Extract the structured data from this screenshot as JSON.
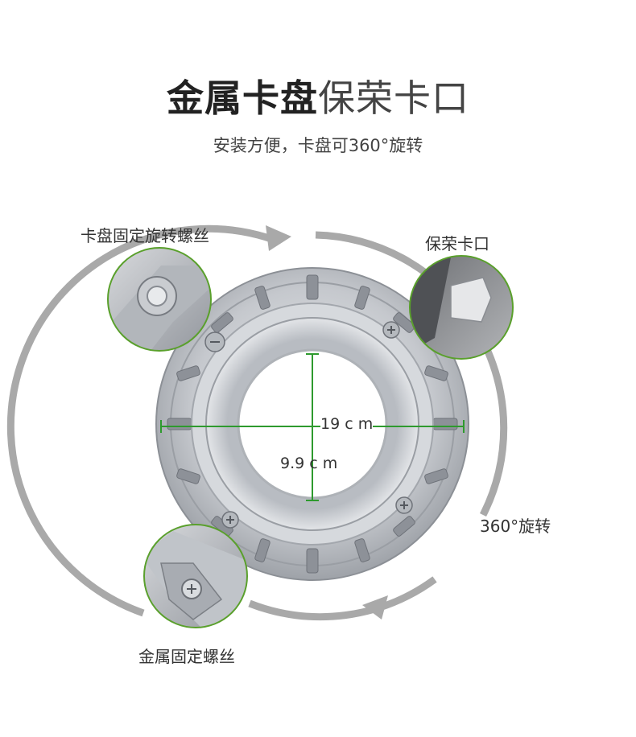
{
  "header": {
    "title_bold": "金属卡盘",
    "title_light": "保荣卡口",
    "subtitle": "安装方便，卡盘可360°旋转"
  },
  "callouts": {
    "rotate_screw": "卡盘固定旋转螺丝",
    "bowens_mount": "保荣卡口",
    "rotation": "360°旋转",
    "fixing_screw": "金属固定螺丝"
  },
  "dimensions": {
    "outer": "19 c m",
    "inner": "9.9 c m"
  },
  "colors": {
    "arc": "#a9a9a9",
    "measure_line": "#2e9a2e",
    "metal": "#c8cbd0",
    "inset_border": "#5aa02c"
  }
}
